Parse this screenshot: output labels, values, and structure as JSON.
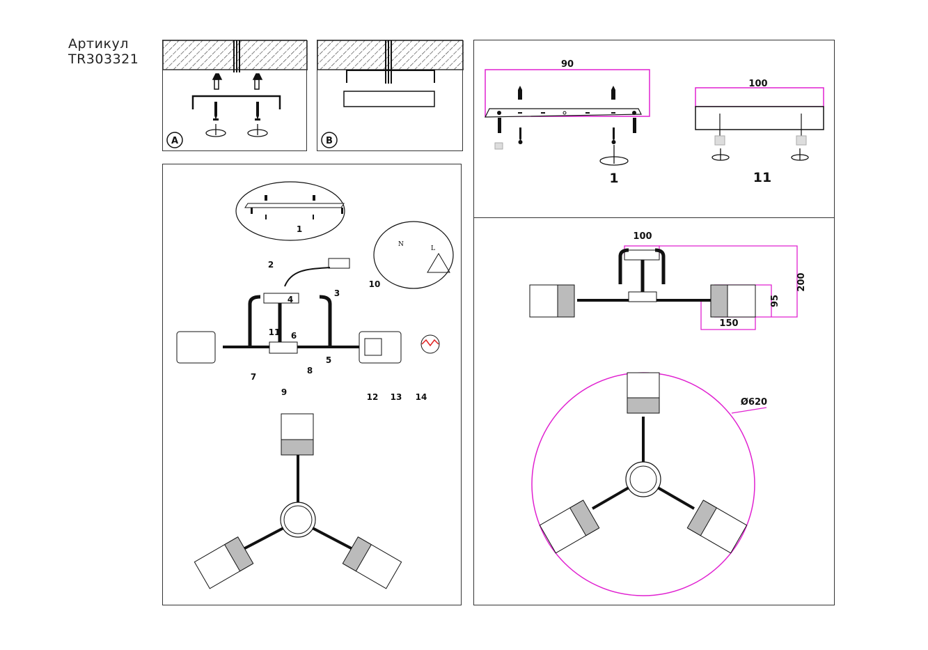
{
  "header": {
    "article_label": "Артикул",
    "article_code": "TR303321"
  },
  "panel_a": {
    "label": "A"
  },
  "panel_b": {
    "label": "B"
  },
  "mounting_detail": {
    "width_dim": "90",
    "part_label": "1",
    "base_width_dim": "100",
    "base_part_label": "11"
  },
  "assembly": {
    "labels": [
      "1",
      "2",
      "3",
      "4",
      "5",
      "6",
      "7",
      "8",
      "9",
      "10",
      "11",
      "12",
      "13",
      "14"
    ],
    "wiring": {
      "n": "N",
      "l": "L"
    }
  },
  "dimensions": {
    "base_width": "100",
    "height": "200",
    "shade_height": "95",
    "shade_length": "150",
    "diameter": "Ø620"
  },
  "colors": {
    "dimension_line": "#e020d0",
    "line": "#111111",
    "hatch": "#333333"
  }
}
